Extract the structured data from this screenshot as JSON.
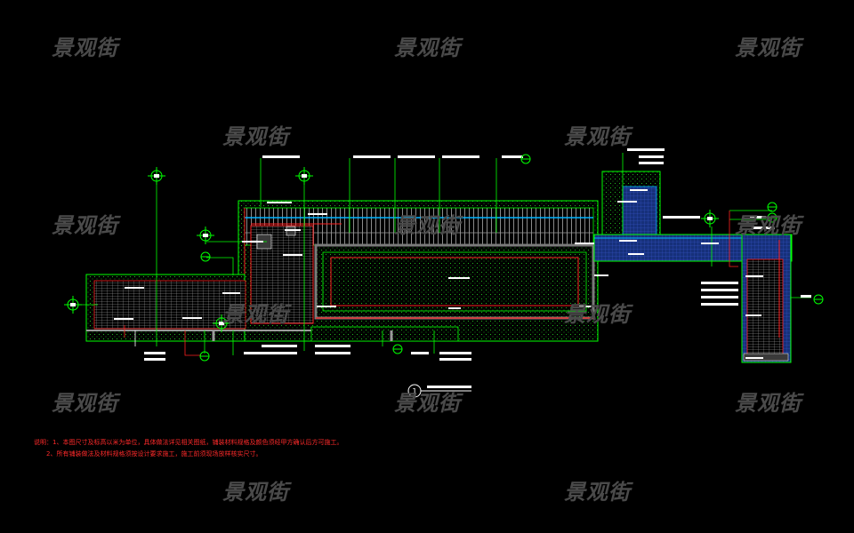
{
  "watermark": "景观街",
  "notes": {
    "line1": "说明：1、本图尺寸及标高以米为单位，具体做法详见相关图纸，铺装材料规格及颜色须经甲方确认后方可施工。",
    "line2": "2、所有铺装做法及材料规格须按设计要求施工，施工前须现场放样核实尺寸。"
  },
  "detail_marker": "1",
  "colors": {
    "background": "#000000",
    "outline": "#00ff00",
    "hatch": "#7a7a7a",
    "edge": "#ff2020",
    "water": "#00b4ff",
    "paving": "#1a2f8a",
    "text": "#ffffff",
    "watermark": "#4a4a4a"
  },
  "icons": [
    "section-marker-icon",
    "detail-callout-icon"
  ]
}
